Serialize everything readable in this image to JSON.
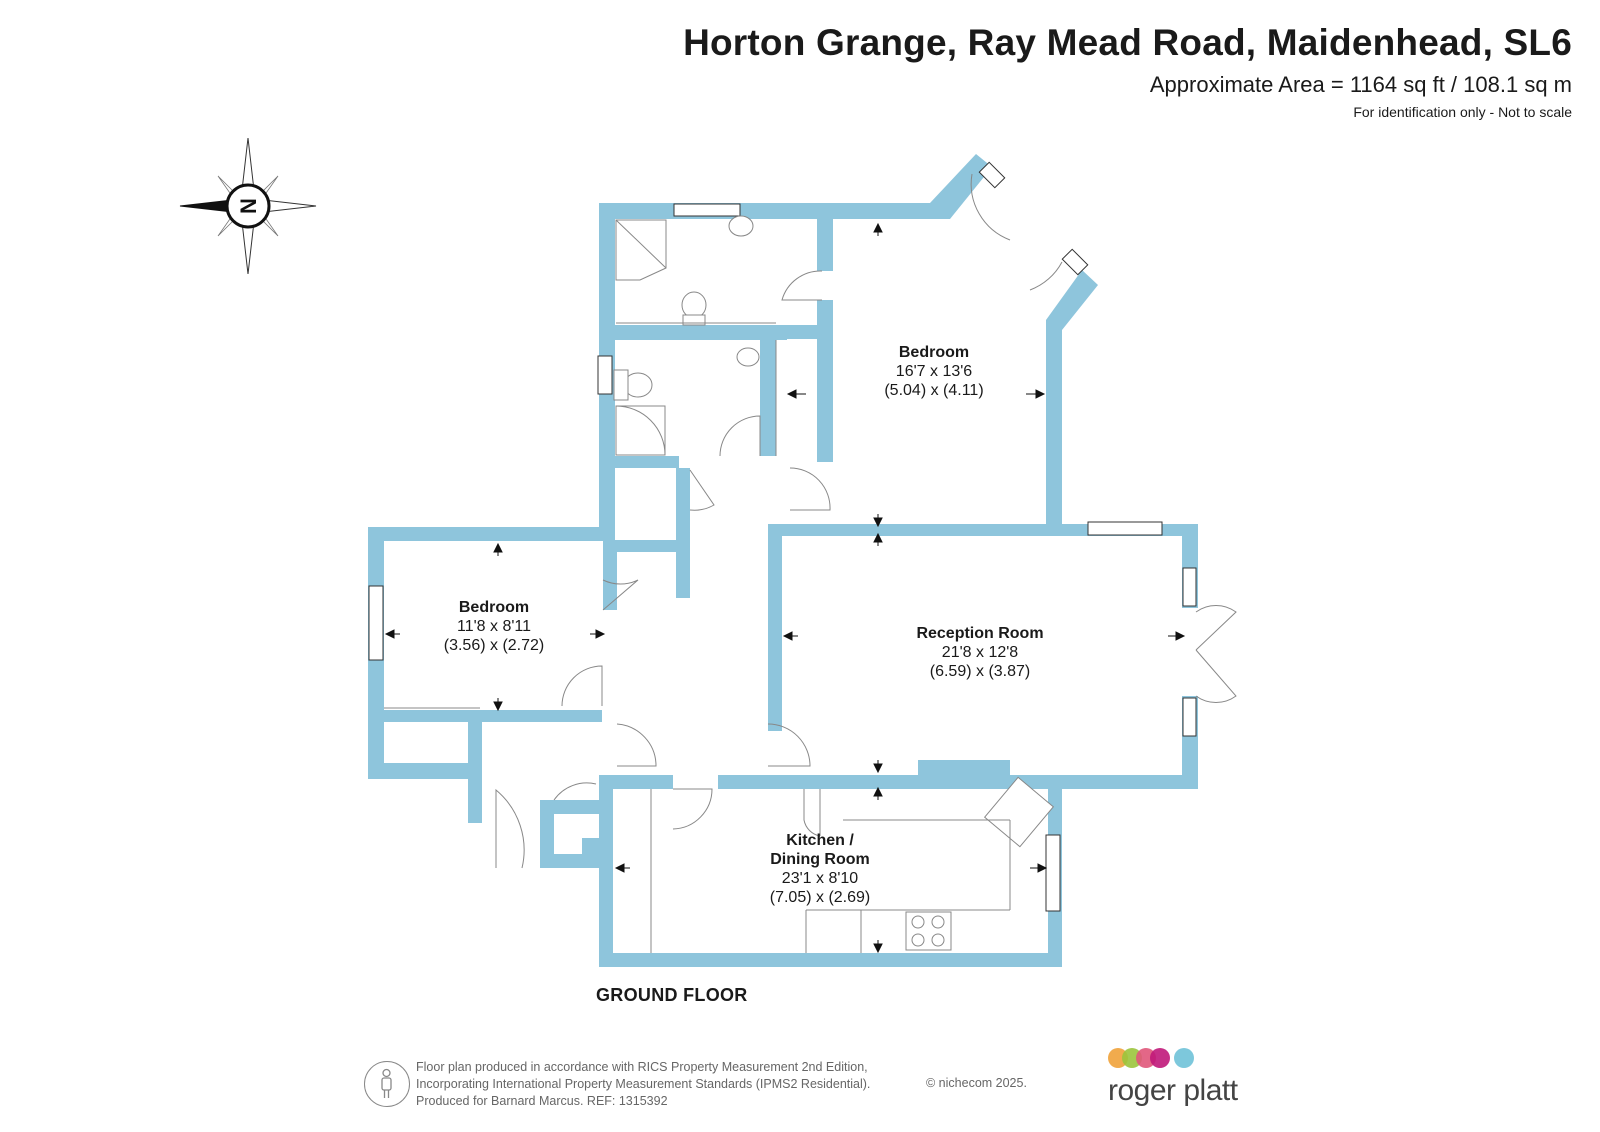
{
  "header": {
    "title": "Horton Grange, Ray Mead Road, Maidenhead, SL6",
    "area": "Approximate Area = 1164 sq ft / 108.1 sq m",
    "note": "For identification only - Not to scale"
  },
  "compass": {
    "letter": "N"
  },
  "rooms": {
    "bedroom1": {
      "name": "Bedroom",
      "imperial": "16'7 x 13'6",
      "metric": "(5.04) x (4.11)"
    },
    "bedroom2": {
      "name": "Bedroom",
      "imperial": "11'8 x 8'11",
      "metric": "(3.56) x (2.72)"
    },
    "reception": {
      "name": "Reception Room",
      "imperial": "21'8 x 12'8",
      "metric": "(6.59) x (3.87)"
    },
    "kitchen": {
      "name_line1": "Kitchen /",
      "name_line2": "Dining Room",
      "imperial": "23'1 x 8'10",
      "metric": "(7.05) x (2.69)"
    }
  },
  "floor_label": "GROUND FLOOR",
  "footer": {
    "line1": "Floor plan produced in accordance with RICS Property Measurement 2nd Edition,",
    "line2": "Incorporating International Property Measurement Standards (IPMS2 Residential).",
    "line3": "Produced for Barnard Marcus.   REF:  1315392",
    "copyright": "© nichecom 2025."
  },
  "brand": {
    "name": "roger platt",
    "dot_colors": [
      "#f0a23a",
      "#9bc43c",
      "#e0567a",
      "#c0187a",
      "#6fc2d8"
    ]
  },
  "colors": {
    "wall": "#8ec5dc",
    "fixture": "#8a8a8a"
  }
}
